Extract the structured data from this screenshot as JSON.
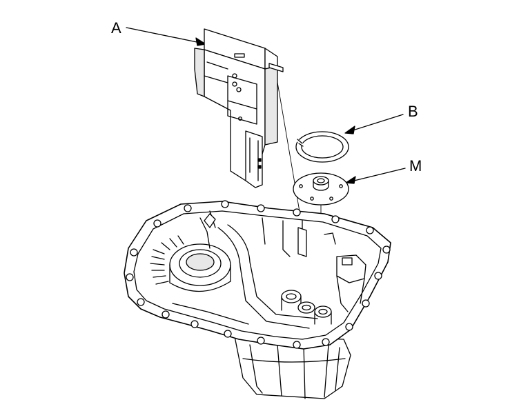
{
  "callouts": {
    "a": "A",
    "b": "B",
    "m": "M"
  },
  "colors": {
    "line": "#000000",
    "fill": "#ffffff",
    "shade": "#e8e8e8"
  }
}
